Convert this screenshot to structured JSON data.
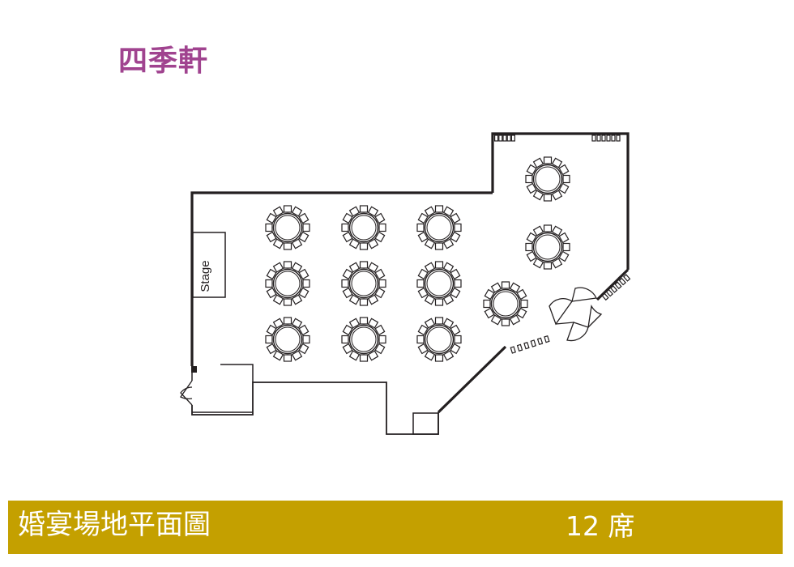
{
  "venue": {
    "name": "四季軒"
  },
  "floor_plan": {
    "stage_label": "Stage",
    "table_count": 12,
    "seats_per_table": 12,
    "icons": [
      "round-table-icon",
      "door-icon",
      "stage-icon",
      "window-icon"
    ]
  },
  "footer": {
    "title": "婚宴場地平面圖",
    "count_number": "12",
    "count_unit": "席"
  },
  "colors": {
    "title_purple": "#a0438f",
    "footer_gold": "#c4a000",
    "wall": "#231f20",
    "footer_text": "#ffffff"
  }
}
